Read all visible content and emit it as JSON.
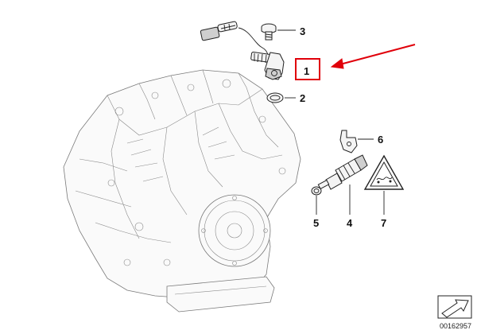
{
  "callouts": [
    {
      "id": "1",
      "label": "1",
      "highlighted": true
    },
    {
      "id": "2",
      "label": "2"
    },
    {
      "id": "3",
      "label": "3"
    },
    {
      "id": "4",
      "label": "4"
    },
    {
      "id": "5",
      "label": "5"
    },
    {
      "id": "6",
      "label": "6"
    },
    {
      "id": "7",
      "label": "7"
    }
  ],
  "reference_number": "00162957",
  "highlight_color": "#e0000a",
  "icons": [
    "transmission-assembly",
    "speed-sensor",
    "o-ring",
    "bolt",
    "connector-plug",
    "switch",
    "bracket",
    "warning-triangle-icon",
    "page-arrow-icon"
  ]
}
